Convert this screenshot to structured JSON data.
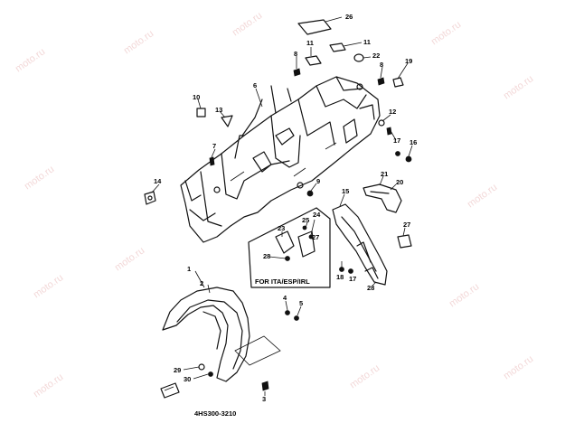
{
  "watermark": "moto.ru",
  "inset_caption": "FOR ITA/ESP/IRL",
  "diagram_code": "4HS300-3210",
  "callouts": {
    "c26": "26",
    "c11a": "11",
    "c11b": "11",
    "c22": "22",
    "c8a": "8",
    "c8b": "8",
    "c19": "19",
    "c10": "10",
    "c13": "13",
    "c6": "6",
    "c12": "12",
    "c7": "7",
    "c17a": "17",
    "c16": "16",
    "c9": "9",
    "c21": "21",
    "c20": "20",
    "c14": "14",
    "c15": "15",
    "c23": "23",
    "c25": "25",
    "c24": "24",
    "c27a": "27",
    "c27b": "27",
    "c28a": "28",
    "c18": "18",
    "c17b": "17",
    "c28b": "28",
    "c1": "1",
    "c2": "2",
    "c4": "4",
    "c5": "5",
    "c29": "29",
    "c30": "30",
    "c3": "3"
  }
}
